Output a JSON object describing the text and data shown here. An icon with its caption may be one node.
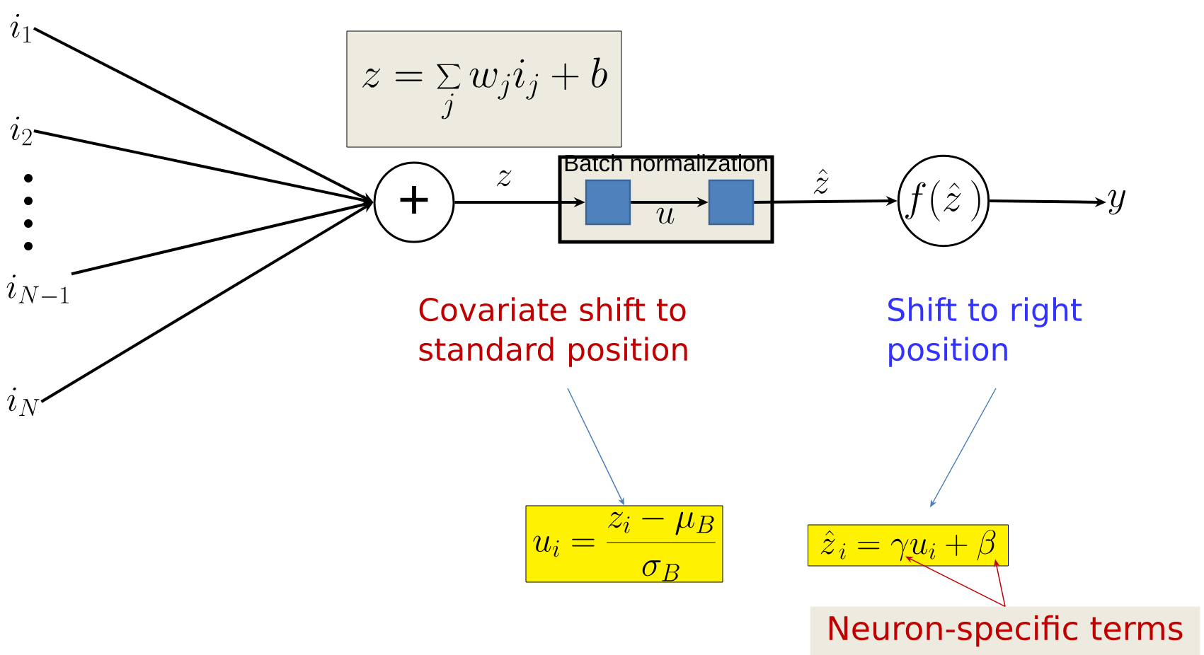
{
  "diagram": {
    "nodes": [
      {
        "text": [
          "i_{1}"
        ]
      },
      {
        "text": [
          "i_{2}"
        ]
      },
      {
        "text": [
          "i_{N-1}"
        ]
      },
      {
        "text": [
          "i_{N}"
        ]
      },
      {
        "text": [
          "z=\\sum_{j} w_{j} i_{j}+b"
        ]
      },
      {
        "text": [
          "+"
        ]
      },
      {
        "text": [
          "Batch normalization"
        ]
      },
      {
        "text": [],
        "shape": "box",
        "in": 6
      },
      {
        "text": [],
        "shape": "box",
        "in": 6
      },
      {
        "text": [
          "f(\\hat{z}\\,)"
        ]
      },
      {
        "text": [
          "y"
        ]
      },
      {
        "text": [
          "Covariate shift to standard position"
        ]
      },
      {
        "text": [
          "u_{i}=\\frac{z_{i}-\\mu_{B}}{\\sigma_{B}}"
        ]
      },
      {
        "text": [
          "Shift to right position"
        ]
      },
      {
        "text": [
          "\\hat{z}_{\\,i}=\\gamma u_{i}+\\beta"
        ]
      },
      {
        "text": [
          "Neuron-specific terms"
        ]
      }
    ],
    "edges": [
      {
        "from": 0,
        "to": 5,
        "arrow": "to"
      },
      {
        "from": 1,
        "to": 5,
        "arrow": "to"
      },
      {
        "from": 2,
        "to": 5,
        "arrow": "to"
      },
      {
        "from": 3,
        "to": 5,
        "arrow": "to"
      },
      {
        "from": 5,
        "to": 7,
        "arrow": "to",
        "label": "z"
      },
      {
        "from": 7,
        "to": 8,
        "arrow": "to",
        "label": "u"
      },
      {
        "from": 8,
        "to": 9,
        "arrow": "to",
        "label": "\\hat{z}"
      },
      {
        "from": 9,
        "to": 10,
        "arrow": "to"
      },
      {
        "from": 11,
        "to": 12,
        "arrow": "to",
        "color": "#4a7ebb"
      },
      {
        "from": 13,
        "to": 14,
        "arrow": "to",
        "color": "#4a7ebb"
      },
      {
        "from": 15,
        "to": 14,
        "arrow": "to",
        "color": "#c00000"
      },
      {
        "from": 15,
        "to": 14,
        "arrow": "to",
        "color": "#c00000"
      }
    ]
  }
}
